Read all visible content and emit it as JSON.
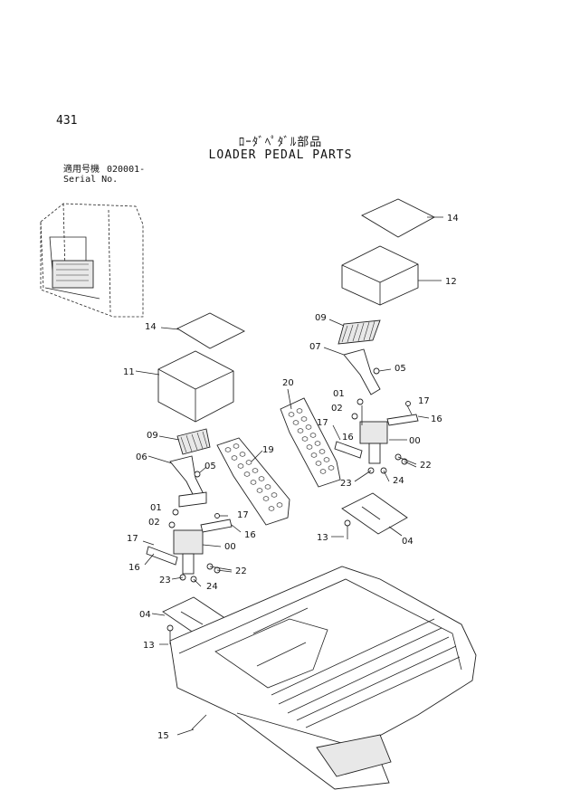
{
  "header": {
    "page_number": "431",
    "title_jp": "ﾛｰﾀﾞﾍﾟﾀﾞﾙ部品",
    "title_en": "LOADER PEDAL PARTS",
    "serial_label_jp": "適用号機",
    "serial_label_en": "Serial No.",
    "serial_code": "020001-"
  },
  "callouts": {
    "c14_right": "14",
    "c12": "12",
    "c09_right": "09",
    "c07": "07",
    "c05_right": "05",
    "c20": "20",
    "c01_right": "01",
    "c02_right": "02",
    "c17_right_top": "17",
    "c16_right": "16",
    "c17_right_mid": "17",
    "c16_right_mid": "16",
    "c00_right": "00",
    "c22_right": "22",
    "c23_right": "23",
    "c24_right": "24",
    "c13_right": "13",
    "c04_right": "04",
    "c14_left": "14",
    "c11": "11",
    "c09_left": "09",
    "c06": "06",
    "c05_left": "05",
    "c19": "19",
    "c01_left": "01",
    "c02_left": "02",
    "c17_left_a": "17",
    "c16_left_a": "16",
    "c17_left_b": "17",
    "c00_left": "00",
    "c16_left_b": "16",
    "c22_left": "22",
    "c23_left": "23",
    "c24_left": "24",
    "c04_left": "04",
    "c13_left": "13",
    "c15": "15"
  }
}
